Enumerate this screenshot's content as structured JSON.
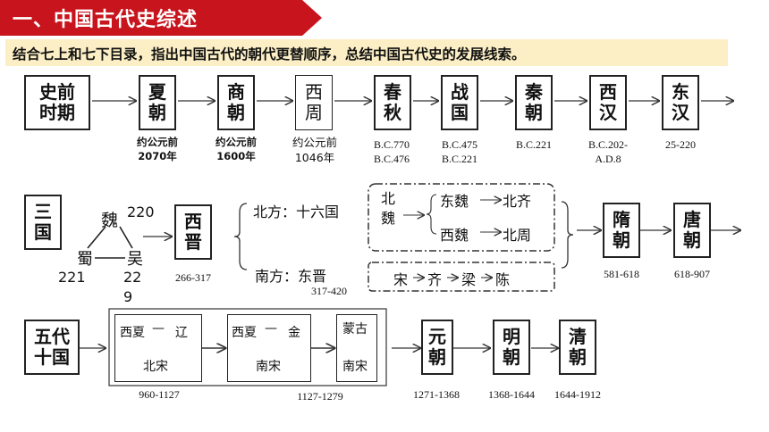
{
  "header": {
    "title": "一、中国古代史综述",
    "color": "#c8141c",
    "instruction": "结合七上和七下目录，指出中国古代的朝代更替顺序，总结中国古代史的发展线索。",
    "instruction_bg": "#fcefc6"
  },
  "row1": {
    "boxes": [
      "史前\n时期",
      "夏\n朝",
      "商\n朝",
      "西\n周",
      "春\n秋",
      "战\n国",
      "秦\n朝",
      "西\n汉",
      "东\n汉"
    ],
    "dates": [
      "约公元前\n2070年",
      "约公元前\n1600年",
      "约公元前\n1046年",
      "B.C.770\nB.C.476",
      "B.C.475\nB.C.221",
      "B.C.221",
      "B.C.202-\nA.D.8",
      "25-220"
    ]
  },
  "row2": {
    "sanguo": "三\n国",
    "kingdoms": {
      "wei": "魏",
      "shu": "蜀",
      "wu": "吴"
    },
    "years": {
      "wei": "220",
      "shu": "221",
      "wu": "22\n9"
    },
    "xijin": "西\n晋",
    "xijin_date": "266-317",
    "north_label": "北方：十六国",
    "south_label": "南方：东晋",
    "south_date": "317-420",
    "beiwei": "北\n魏",
    "dongwei": "东魏",
    "beiqi": "北齐",
    "xiwei": "西魏",
    "beizhou": "北周",
    "southern": [
      "宋",
      "齐",
      "梁",
      "陈"
    ],
    "sui": "隋\n朝",
    "sui_date": "581-618",
    "tang": "唐\n朝",
    "tang_date": "618-907"
  },
  "row3": {
    "wudai": "五代\n十国",
    "group1": {
      "left": "西夏",
      "right": "辽",
      "bottom": "北宋"
    },
    "group1_date": "960-1127",
    "group2": {
      "left": "西夏",
      "right": "金",
      "bottom": "南宋"
    },
    "group2_date": "1127-1279",
    "group3": {
      "top": "蒙古",
      "bottom": "南宋"
    },
    "yuan": "元\n朝",
    "yuan_date": "1271-1368",
    "ming": "明\n朝",
    "ming_date": "1368-1644",
    "qing": "清\n朝",
    "qing_date": "1644-1912"
  }
}
